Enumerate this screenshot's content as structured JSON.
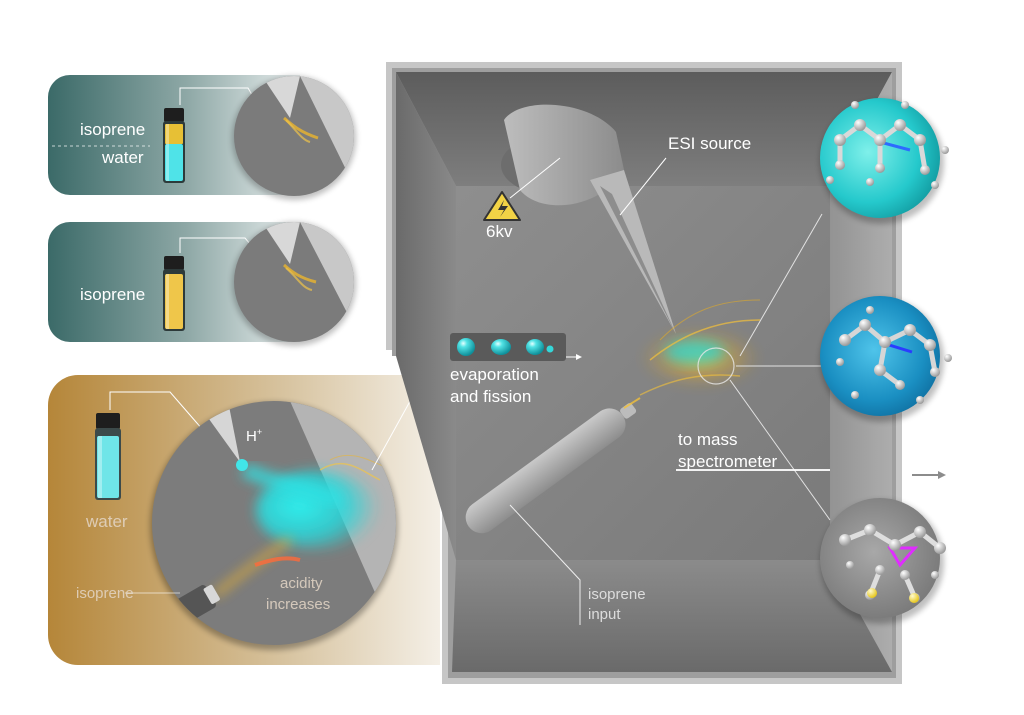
{
  "panels": {
    "top": {
      "label_upper": "isoprene",
      "label_lower": "water"
    },
    "middle": {
      "label": "isoprene"
    },
    "bottom": {
      "vial_label": "water",
      "ion": "H",
      "ion_charge": "+",
      "input_label": "isoprene",
      "annotation_line1": "acidity",
      "annotation_line2": "increases"
    }
  },
  "chamber": {
    "voltage": "6kv",
    "source_label": "ESI source",
    "evaporation_line1": "evaporation",
    "evaporation_line2": "and fission",
    "ms_line1": "to mass",
    "ms_line2": "spectrometer",
    "input_line1": "isoprene",
    "input_line2": "input"
  },
  "colors": {
    "teal_panel": "#3f6f6d",
    "gold_panel": "#b88a3c",
    "cyan": "#35d7d9",
    "yellow": "#e7b52c",
    "chamber": "#8a8a8a"
  }
}
